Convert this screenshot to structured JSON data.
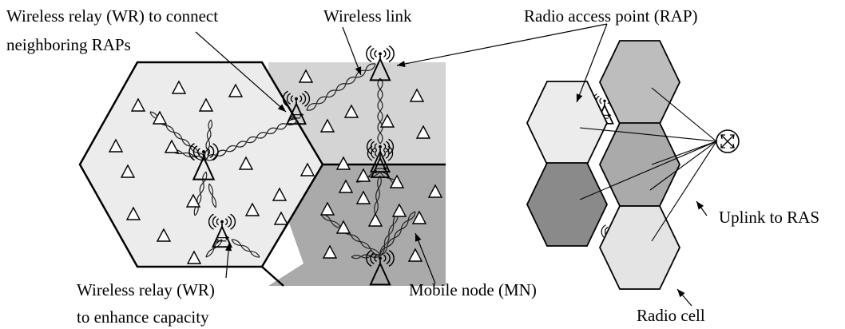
{
  "labels": {
    "wr_connect_line1": "Wireless relay (WR) to connect",
    "wr_connect_line2": "neighboring RAPs",
    "wireless_link": "Wireless link",
    "rap": "Radio access point (RAP)",
    "wr_capacity_line1": "Wireless relay (WR)",
    "wr_capacity_line2": "to enhance capacity",
    "mobile_node": "Mobile node (MN)",
    "uplink": "Uplink to RAS",
    "radio_cell": "Radio cell"
  }
}
